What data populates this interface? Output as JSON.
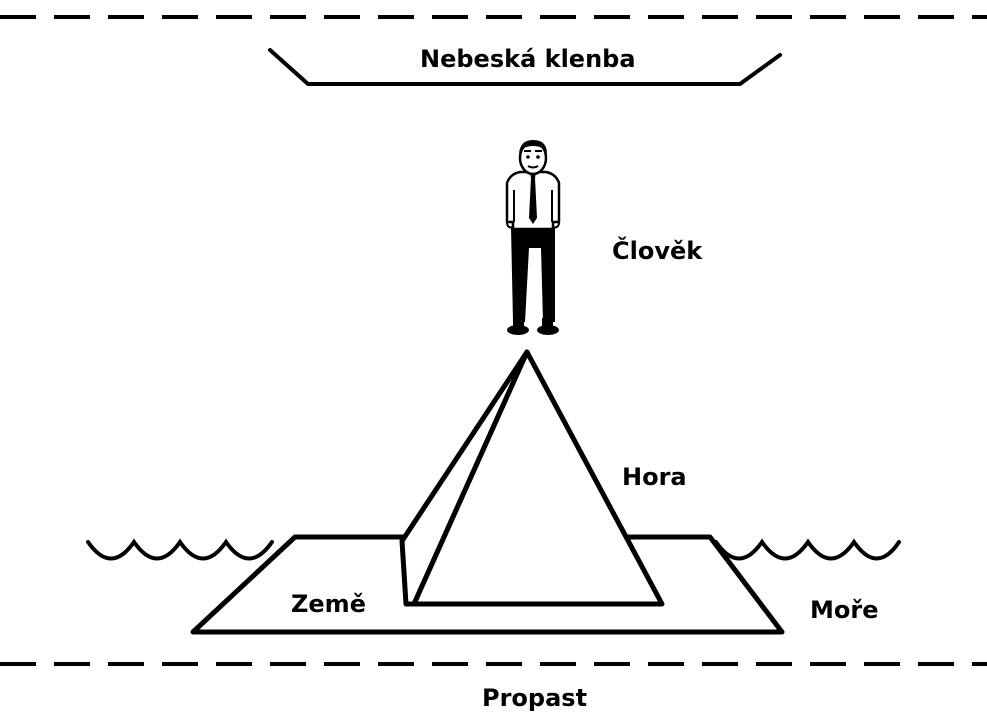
{
  "labels": {
    "sky": "Nebeská klenba",
    "man": "Člověk",
    "mountain": "Hora",
    "earth": "Země",
    "sea": "Moře",
    "abyss": "Propast"
  },
  "colors": {
    "ink": "#000000",
    "background": "#ffffff",
    "shirt": "#ffffff"
  },
  "icons": {
    "man": "standing-man-icon",
    "sea": "wave-icon"
  }
}
